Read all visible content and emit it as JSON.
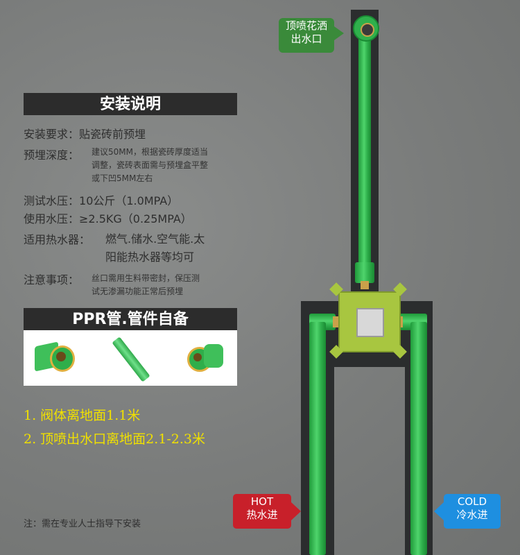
{
  "top_label": {
    "line1": "顶喷花洒",
    "line2": "出水口"
  },
  "install": {
    "title": "安装说明",
    "rows": [
      {
        "label": "安装要求：",
        "value": "贴瓷砖前预埋"
      },
      {
        "label": "预埋深度：",
        "value_lines": [
          "建议50MM，根据瓷砖厚度适当",
          "调整，瓷砖表面需与预埋盒平整",
          "或下凹5MM左右"
        ]
      },
      {
        "label": "测试水压：",
        "value": "10公斤（1.0MPA）"
      },
      {
        "label": "使用水压：",
        "value": "≥2.5KG（0.25MPA）"
      },
      {
        "label": "适用热水器：",
        "value_lines": [
          "燃气.储水.空气能.太",
          "阳能热水器等均可"
        ]
      },
      {
        "label": "注意事项：",
        "value_lines": [
          "丝口需用生料带密封，保压测",
          "试无渗漏功能正常后预埋"
        ]
      }
    ]
  },
  "ppr": {
    "title": "PPR管.管件自备"
  },
  "notes": [
    "1. 阀体离地面1.1米",
    "2. 顶喷出水口离地面2.1-2.3米"
  ],
  "footer_note": "注：需在专业人士指导下安装",
  "hot": {
    "en": "HOT",
    "cn": "热水进"
  },
  "cold": {
    "en": "COLD",
    "cn": "冷水进"
  },
  "colors": {
    "pipe_green": "#2fb04c",
    "hot_red": "#c8202a",
    "cold_blue": "#1e8fe0",
    "note_yellow": "#f0e000",
    "channel_dark": "#2b2d2e"
  }
}
